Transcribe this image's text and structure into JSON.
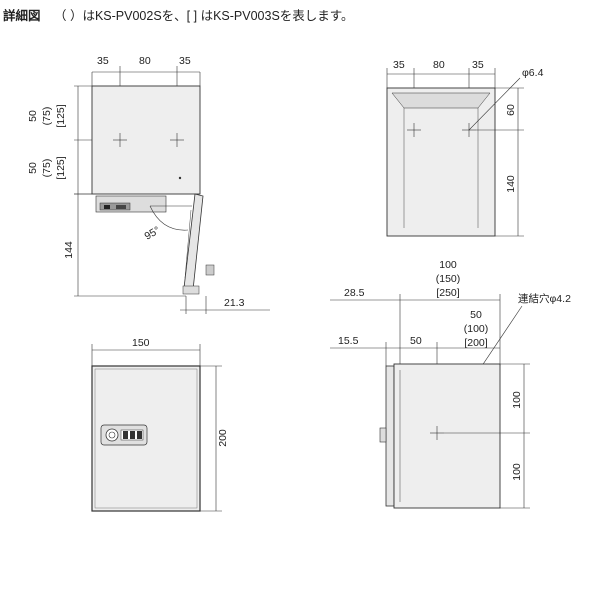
{
  "header": {
    "label": "詳細図",
    "note": "（ ）はKS-PV002Sを、[ ] はKS-PV003Sを表します。"
  },
  "views": {
    "side": {
      "top_left": "35",
      "top_mid": "80",
      "top_right": "35",
      "left_a": "50",
      "left_a2": "(75)",
      "left_a3": "[125]",
      "left_b": "50",
      "left_b2": "(75)",
      "left_b3": "[125]",
      "height_144": "144",
      "angle": "95°",
      "depth": "21.3"
    },
    "back": {
      "top_left": "35",
      "top_mid": "80",
      "top_right": "35",
      "hole": "φ6.4",
      "right_60": "60",
      "right_140": "140"
    },
    "front": {
      "width": "150",
      "height": "200"
    },
    "right_side": {
      "w100": "100",
      "w150": "(150)",
      "w250": "[250]",
      "offset_28": "28.5",
      "hole": "連結穴φ4.2",
      "w50": "50",
      "w100b": "(100)",
      "w200": "[200]",
      "offset_15": "15.5",
      "inner_50": "50",
      "h100a": "100",
      "h100b": "100"
    }
  }
}
